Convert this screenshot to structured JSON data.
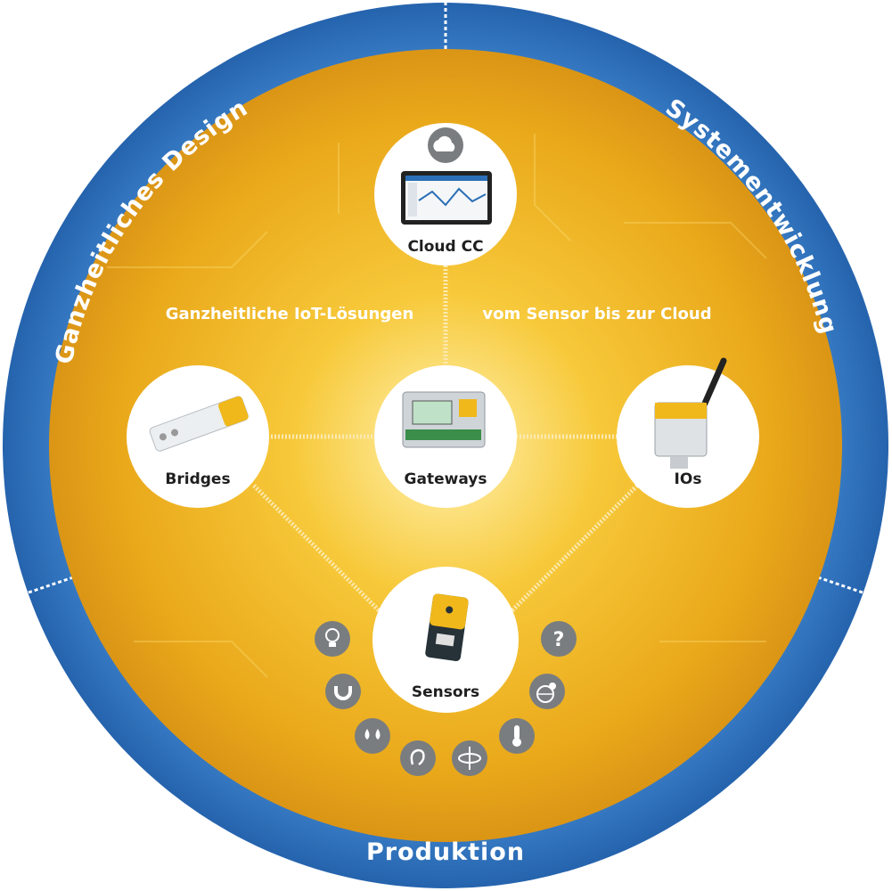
{
  "ring": {
    "top_left": "Ganzheitliches Design",
    "top_right": "Systementwicklung",
    "bottom": "Produktion"
  },
  "taglines": {
    "left": "Ganzheitliche IoT-Lösungen",
    "right": "vom Sensor bis zur Cloud"
  },
  "nodes": {
    "cloud": "Cloud CC",
    "bridges": "Bridges",
    "gateways": "Gateways",
    "ios": "IOs",
    "sensors": "Sensors"
  },
  "sensor_icons": [
    "light-bulb-icon",
    "magnet-icon",
    "water-drops-icon",
    "ear-icon",
    "acceleration-icon",
    "thermometer-icon",
    "globe-location-icon",
    "question-icon"
  ],
  "colors": {
    "ring_blue": "#2d6fb8",
    "ring_blue_dark": "#1f5aa0",
    "core_yellow": "#f2b400",
    "core_gold": "#d9961a",
    "icon_grey": "#7a7d80"
  }
}
